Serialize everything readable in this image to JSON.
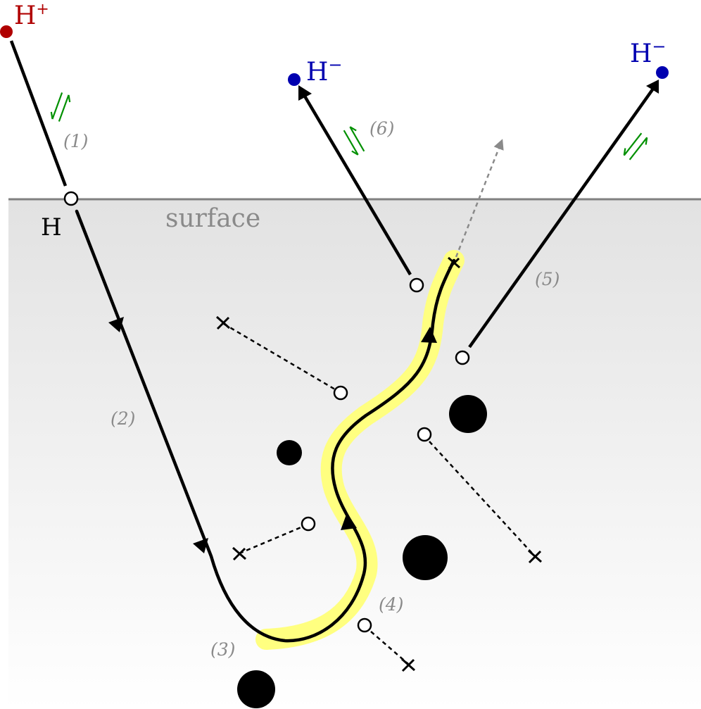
{
  "labels": {
    "ion_positive": "H",
    "ion_positive_sup": "+",
    "atom": "H",
    "ion_negative_left": "H",
    "ion_negative_left_sup": "−",
    "ion_negative_right": "H",
    "ion_negative_right_sup": "−",
    "surface": "surface"
  },
  "steps": [
    "(1)",
    "(2)",
    "(3)",
    "(4)",
    "(5)",
    "(6)"
  ],
  "colors": {
    "positive_ion": "#b00000",
    "negative_ion": "#0000b0",
    "equilibrium_arrows": "#009000",
    "highlight": "#ffff80",
    "surface_line": "#808080",
    "path": "#000000"
  }
}
